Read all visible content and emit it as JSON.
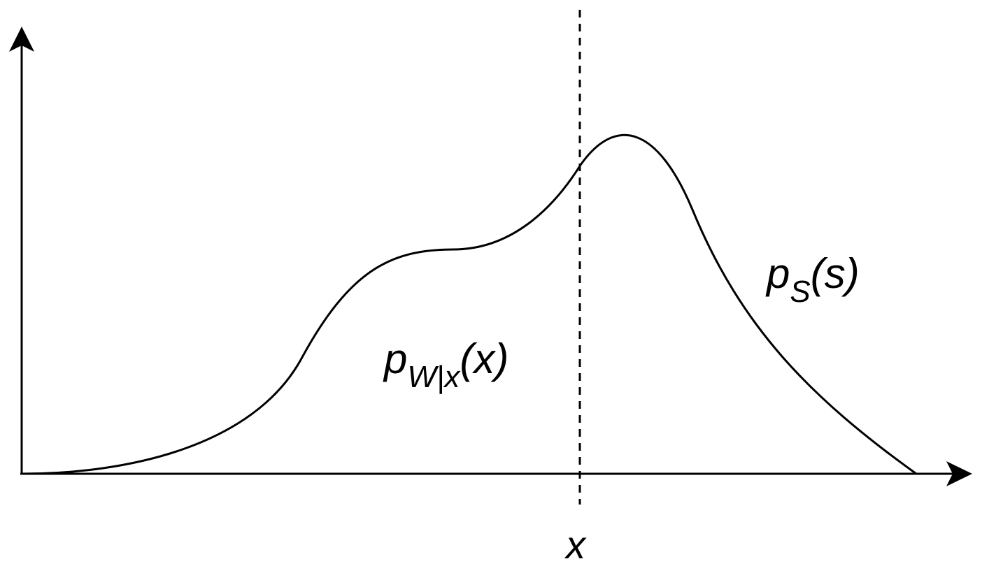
{
  "diagram": {
    "labels": {
      "density_s_main": "p",
      "density_s_sub": "S",
      "density_s_arg": "(s)",
      "density_w_main": "p",
      "density_w_sub": "W|x",
      "density_w_arg": "(x)",
      "threshold": "x"
    },
    "colors": {
      "stroke": "#000000",
      "background": "#ffffff"
    }
  }
}
